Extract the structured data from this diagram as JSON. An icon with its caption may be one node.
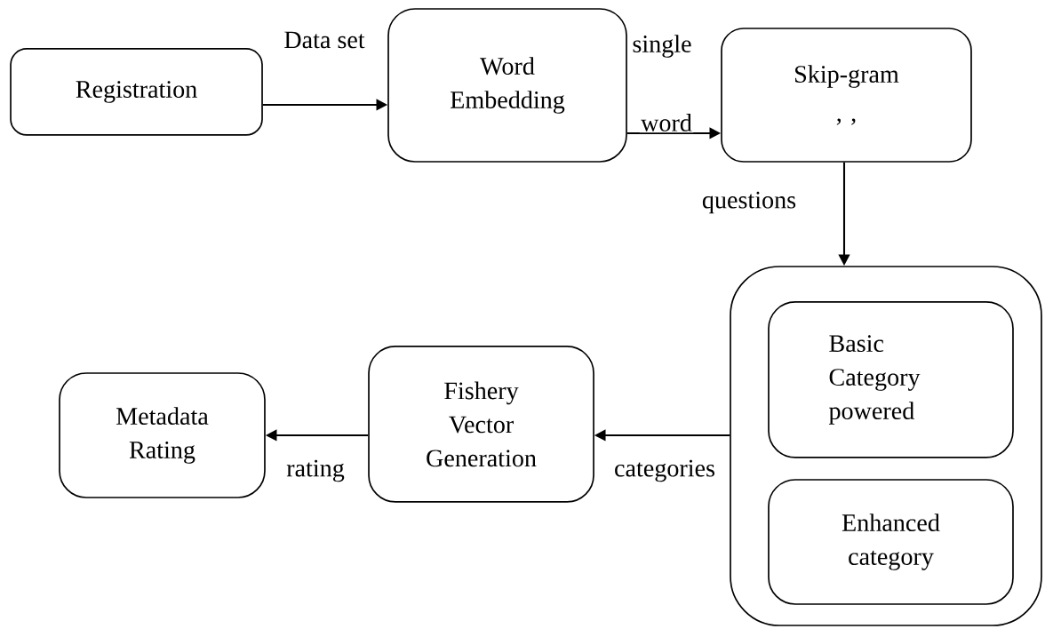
{
  "diagram": {
    "nodes": [
      {
        "text": [
          "Registration"
        ]
      },
      {
        "text": [
          "Word Embedding"
        ]
      },
      {
        "text": [
          "Skip-gram",
          ", ,"
        ]
      },
      {
        "text": [],
        "shape": "box"
      },
      {
        "text": [
          "Basic Category powered"
        ],
        "in": 3
      },
      {
        "text": [
          "Enhanced category"
        ],
        "in": 3
      },
      {
        "text": [
          "Fishery Vector Generation"
        ]
      },
      {
        "text": [
          "Metadata Rating"
        ]
      }
    ],
    "edges": [
      {
        "from": 0,
        "to": 1,
        "arrow": "to",
        "label": "Data set"
      },
      {
        "from": 1,
        "to": 2,
        "arrow": "to",
        "label": "single"
      },
      {
        "from": 2,
        "to": 3,
        "arrow": "to",
        "label": "questions"
      },
      {
        "from": 3,
        "to": 6,
        "arrow": "to",
        "label": "categories"
      },
      {
        "from": 6,
        "to": 7,
        "arrow": "to",
        "label": "rating"
      }
    ],
    "labels": [
      "word"
    ]
  }
}
